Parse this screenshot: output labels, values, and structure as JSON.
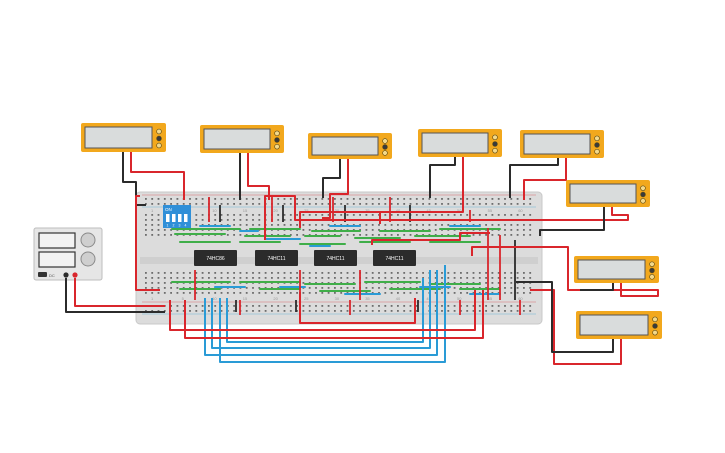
{
  "circuit": {
    "chips": [
      {
        "label": "74HC86"
      },
      {
        "label": "74HC11"
      },
      {
        "label": "74HC11"
      },
      {
        "label": "74HC11"
      }
    ],
    "dip_switch": {
      "on_label": "ON",
      "positions": [
        "1",
        "2",
        "3",
        "4"
      ]
    },
    "multimeters": [
      {
        "id": "meter-1"
      },
      {
        "id": "meter-2"
      },
      {
        "id": "meter-3"
      },
      {
        "id": "meter-4"
      },
      {
        "id": "meter-5"
      },
      {
        "id": "meter-6"
      },
      {
        "id": "meter-7"
      },
      {
        "id": "meter-8"
      }
    ],
    "power_supply": {
      "label": "DC"
    },
    "breadboard": {
      "column_numbers": [
        "1",
        "5",
        "10",
        "15",
        "20",
        "25",
        "30",
        "35",
        "40",
        "45",
        "50",
        "55",
        "60"
      ]
    }
  },
  "colors": {
    "wire_red": "#d9262c",
    "wire_black": "#2b2b2b",
    "wire_blue": "#2a9bd6",
    "wire_green": "#3fae49",
    "meter_body": "#f2a81d",
    "meter_screen": "#d9dcdc",
    "breadboard": "#dcdcdc",
    "chip": "#2b2b2b",
    "dip_body": "#2f8fd8"
  }
}
